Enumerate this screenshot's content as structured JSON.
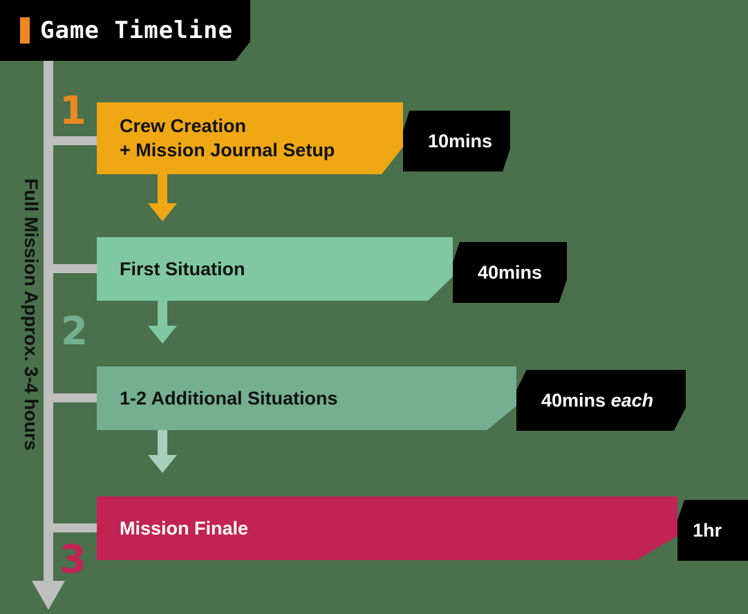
{
  "header": {
    "title": "Game Timeline",
    "accent_color": "#ec8722",
    "background_color": "#000000"
  },
  "side_label": "Full Mission Approx. 3-4 hours",
  "palette": {
    "page_background": "#4a704c",
    "spine": "#bfbfbf",
    "orange": "#efa813",
    "orange_dark": "#ec8722",
    "mint": "#7fc8a3",
    "sage": "#74af92",
    "crimson": "#c12454",
    "black": "#000000",
    "white": "#ffffff"
  },
  "steps": [
    {
      "number": "1",
      "color": "#ec8722"
    },
    {
      "number": "2",
      "color": "#74af92"
    },
    {
      "number": "3",
      "color": "#c12454"
    }
  ],
  "rows": [
    {
      "label": "Crew Creation\n+ Mission Journal Setup",
      "duration": "10mins",
      "duration_suffix": "",
      "bar_color": "#efa813"
    },
    {
      "label": "First Situation",
      "duration": "40mins",
      "duration_suffix": "",
      "bar_color": "#7fc8a3"
    },
    {
      "label": "1-2 Additional Situations",
      "duration": "40mins ",
      "duration_suffix": "each",
      "bar_color": "#74af92"
    },
    {
      "label": "Mission Finale",
      "duration": "1hr",
      "duration_suffix": "",
      "bar_color": "#c12454"
    }
  ]
}
